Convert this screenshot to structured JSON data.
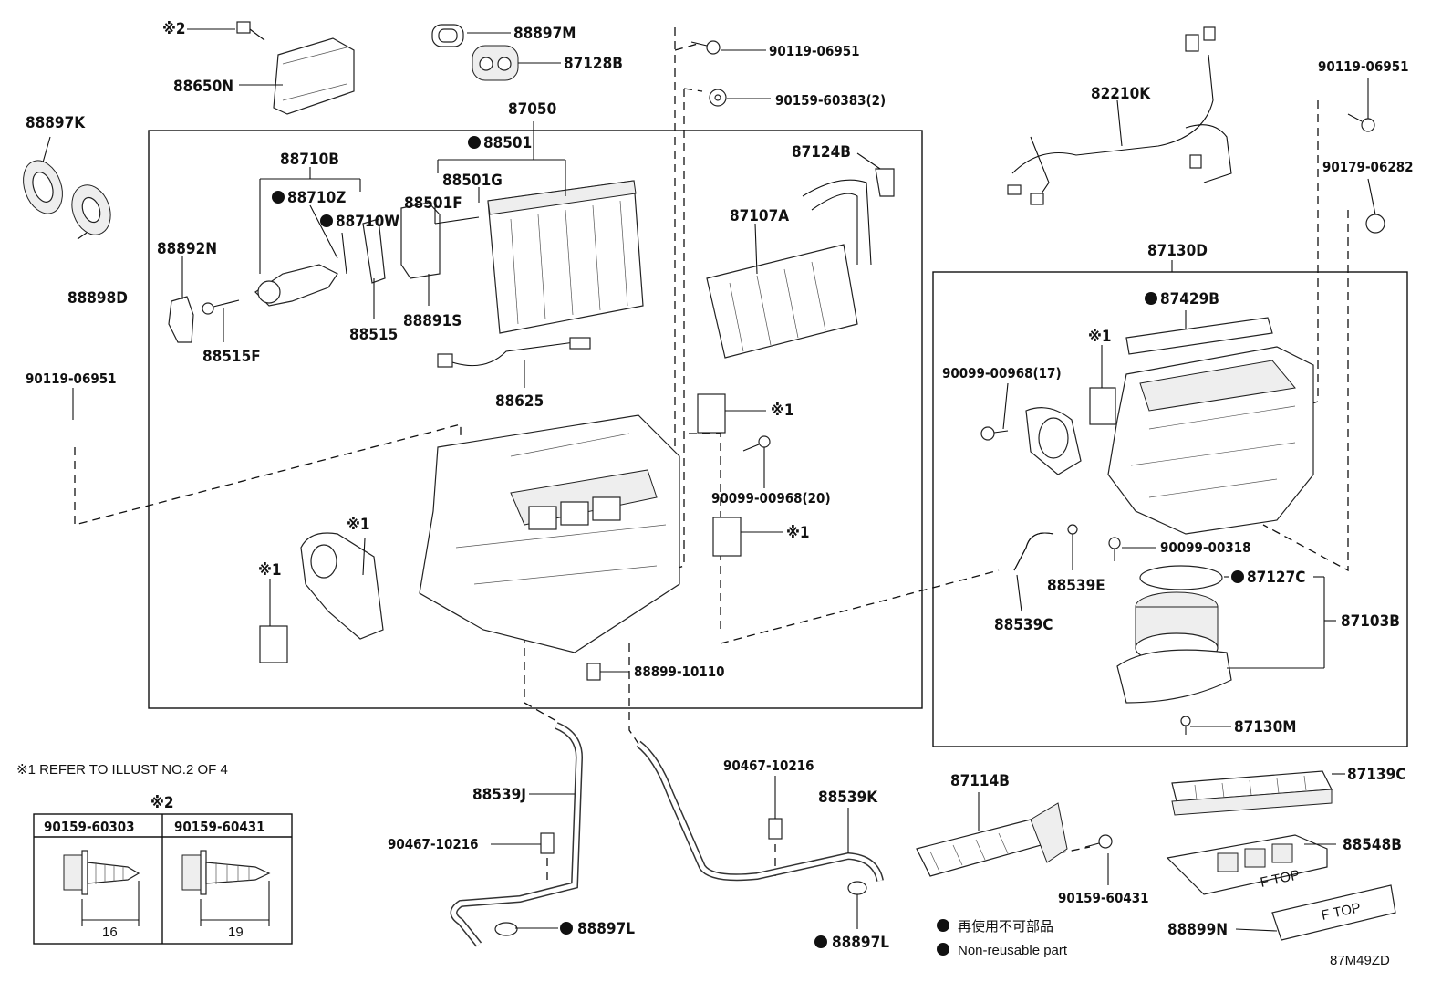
{
  "labels": {
    "p88897K": "88897K",
    "p88898D": "88898D",
    "p88650N": "88650N",
    "star2": "※2",
    "p88897M": "88897M",
    "p87128B": "87128B",
    "p87050": "87050",
    "p88501": "88501",
    "p88501G": "88501G",
    "p88501F": "88501F",
    "p88710B": "88710B",
    "p88710Z": "88710Z",
    "p88710W": "88710W",
    "p88892N": "88892N",
    "p88515F": "88515F",
    "p88515": "88515",
    "p88891S": "88891S",
    "p88625": "88625",
    "p90119_06951_left": "90119-06951",
    "p90119_06951_top": "90119-06951",
    "p90159_60383": "90159-60383(2)",
    "p87124B": "87124B",
    "p87107A": "87107A",
    "star1_a": "※1",
    "p90099_00968_20": "90099-00968(20)",
    "star1_b": "※1",
    "star1_c": "※1",
    "star1_d": "※1",
    "p88899_10110": "88899-10110",
    "p82210K": "82210K",
    "p90119_06951_right": "90119-06951",
    "p90179_06282": "90179-06282",
    "p87130D": "87130D",
    "p87429B": "87429B",
    "star1_e": "※1",
    "p90099_00968_17": "90099-00968(17)",
    "p90099_00318": "90099-00318",
    "p88539E": "88539E",
    "p87127C": "87127C",
    "p88539C": "88539C",
    "p87103B": "87103B",
    "p87130M": "87130M",
    "refer_note": "※1 REFER TO ILLUST NO.2 OF 4",
    "p88539J": "88539J",
    "p90467_10216_left": "90467-10216",
    "p88897L_left": "88897L",
    "p90467_10216_mid": "90467-10216",
    "p88539K": "88539K",
    "p88897L_mid": "88897L",
    "p87114B": "87114B",
    "p90159_60431": "90159-60431",
    "p87139C": "87139C",
    "p88548B": "88548B",
    "p88899N": "88899N",
    "ftop_a": "F TOP",
    "ftop_b": "F TOP",
    "legend_jp": "再使用不可部品",
    "legend_en": "Non-reusable part",
    "fig_code": "87M49ZD"
  },
  "screw_table": {
    "header": "※2",
    "col1": "90159-60303",
    "col2": "90159-60431",
    "dim1": "16",
    "dim2": "19"
  }
}
